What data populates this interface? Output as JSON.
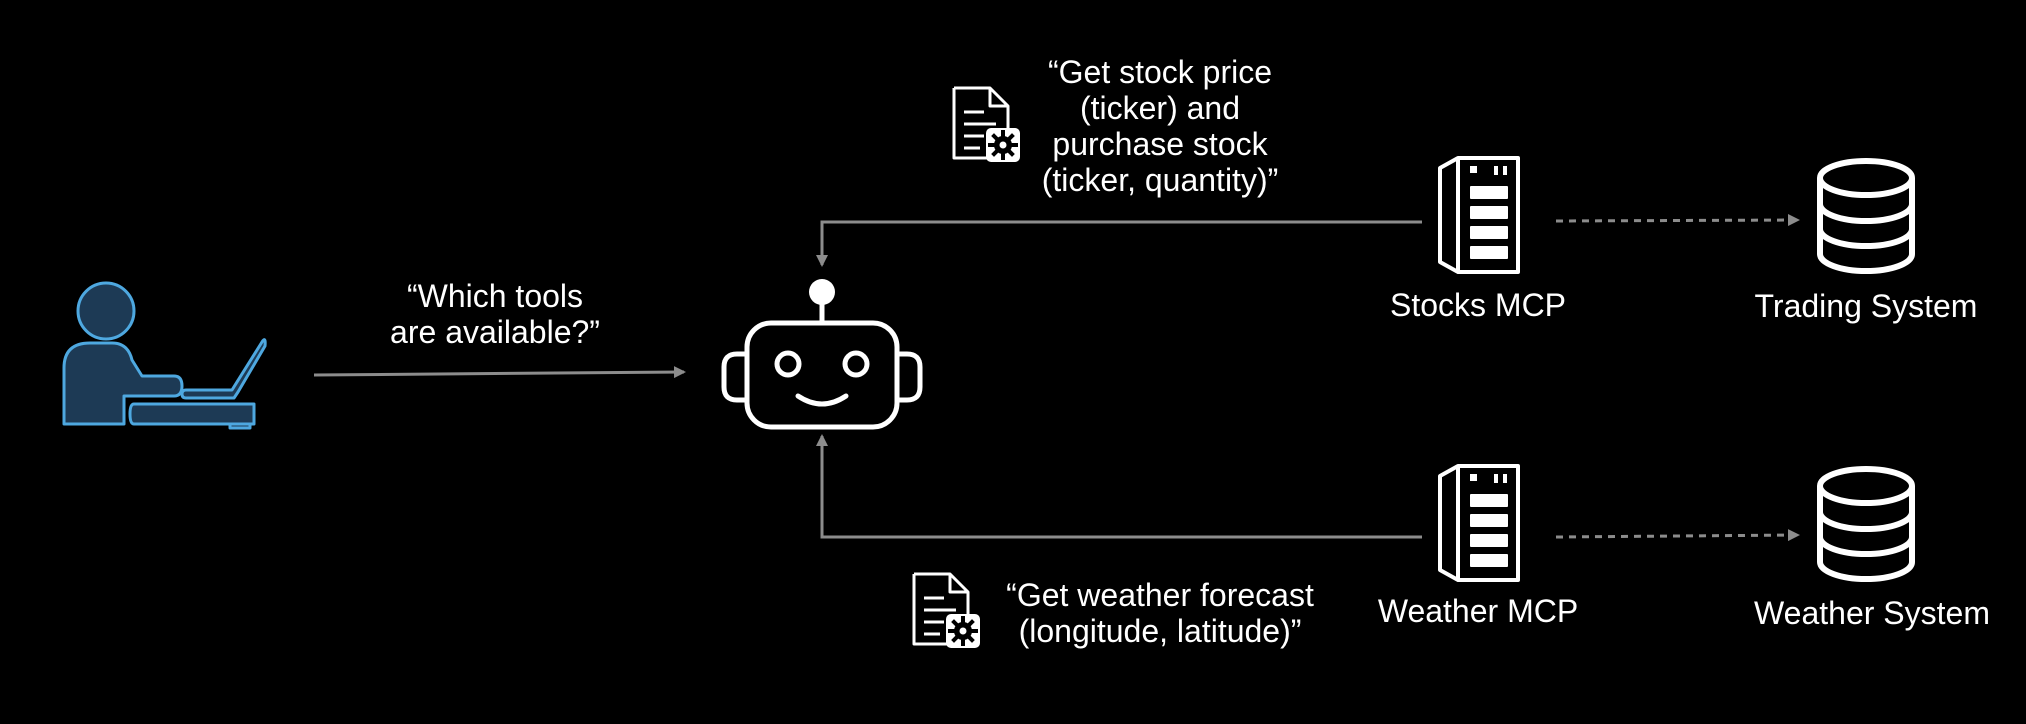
{
  "diagram": {
    "colors": {
      "background": "#000000",
      "foreground": "#ffffff",
      "user_accent": "#4ea8e0",
      "user_fill": "#1d3a55",
      "connector": "#8c8c8c"
    },
    "user": {
      "icon": "person-at-laptop-icon",
      "question_line1": "“Which tools",
      "question_line2": "are available?”"
    },
    "agent": {
      "icon": "robot-icon"
    },
    "stocks": {
      "server_label": "Stocks MCP",
      "system_label": "Trading System",
      "tool_icon": "document-gear-icon",
      "tool_line1": "“Get stock price",
      "tool_line2": "(ticker) and",
      "tool_line3": "purchase stock",
      "tool_line4": "(ticker, quantity)”"
    },
    "weather": {
      "server_label": "Weather MCP",
      "system_label": "Weather System",
      "tool_icon": "document-gear-icon",
      "tool_line1": "“Get weather forecast",
      "tool_line2": "(longitude, latitude)”"
    }
  }
}
